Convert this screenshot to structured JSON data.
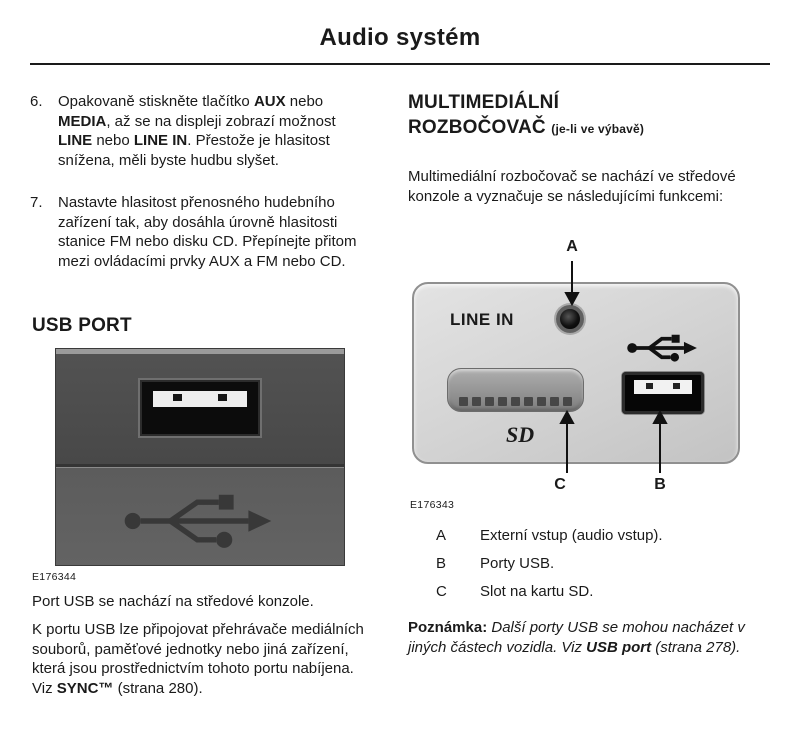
{
  "page": {
    "title": "Audio systém"
  },
  "left": {
    "item6": {
      "number": "6.",
      "segments": [
        "Opakovaně stiskněte tlačítko ",
        "AUX",
        " nebo ",
        "MEDIA",
        ", až se na displeji zobrazí možnost ",
        "LINE",
        " nebo ",
        "LINE IN",
        ". Přestože je hlasitost snížena, měli byste hudbu slyšet."
      ]
    },
    "item7": {
      "number": "7.",
      "text": "Nastavte hlasitost přenosného hudebního zařízení tak, aby dosáhla úrovně hlasitosti stanice FM nebo disku CD. Přepínejte přitom mezi ovládacími prvky AUX a FM nebo CD."
    },
    "usb_section": {
      "heading": "USB PORT",
      "figure_caption": "E176344",
      "para1": "Port USB se nachází na středové konzole.",
      "para2_segments": [
        "K portu USB lze připojovat přehrávače mediálních souborů, paměťové jednotky nebo jiná zařízení, která jsou prostřednictvím tohoto portu nabíjena. Viz ",
        "SYNC™",
        " (strana 280)."
      ]
    }
  },
  "right": {
    "heading_line1": "MULTIMEDIÁLNÍ",
    "heading_line2": "ROZBOČOVAČ",
    "heading_suffix": "(je-li ve výbavě)",
    "intro": "Multimediální rozbočovač se nachází ve středové konzole a vyznačuje se následujícími funkcemi:",
    "diagram": {
      "label_a": "A",
      "label_b": "B",
      "label_c": "C",
      "line_in_label": "LINE IN",
      "sd_label": "SD",
      "figure_caption": "E176343"
    },
    "legend": [
      {
        "key": "A",
        "text": "Externí vstup (audio vstup)."
      },
      {
        "key": "B",
        "text": "Porty USB."
      },
      {
        "key": "C",
        "text": "Slot na kartu SD."
      }
    ],
    "note_segments": [
      "Poznámka:",
      " Další porty USB se mohou nacházet v jiných částech vozidla.  Viz ",
      "USB port",
      " (strana 278)."
    ]
  },
  "colors": {
    "text": "#1a1a1a",
    "photo_gray": "#5c5c5c",
    "panel_gray": "#d2d2d2"
  }
}
